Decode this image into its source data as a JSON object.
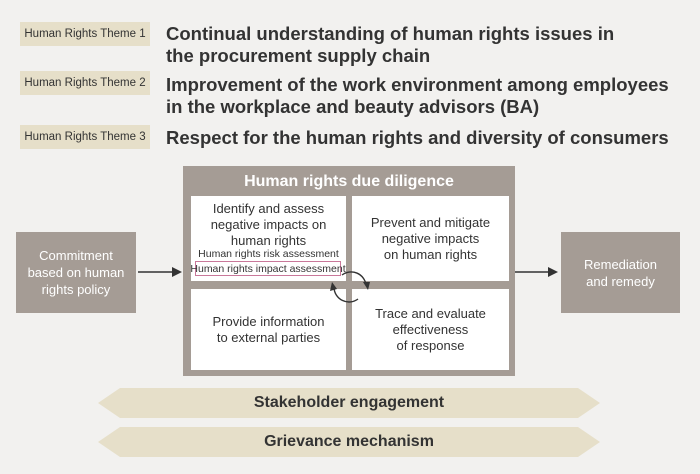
{
  "themes": [
    {
      "tag": "Human Rights Theme 1",
      "title_line1": "Continual understanding of human rights issues in",
      "title_line2": "the procurement supply chain"
    },
    {
      "tag": "Human Rights Theme 2",
      "title_line1": "Improvement of the work environment among employees",
      "title_line2": "in the workplace and beauty advisors (BA)"
    },
    {
      "tag": "Human Rights Theme 3",
      "title_line1": "Respect for the human rights and diversity of consumers"
    }
  ],
  "commitment": "Commitment\nbased on human\nrights policy",
  "due_diligence": {
    "title": "Human rights due diligence",
    "identify": "Identify and assess\nnegative impacts on\nhuman rights",
    "risk_assessment": "Human rights risk assessment",
    "impact_assessment": "Human rights impact assessment",
    "prevent": "Prevent and mitigate\nnegative impacts\non human rights",
    "provide": "Provide information\nto external parties",
    "trace": "Trace and evaluate\neffectiveness\nof response"
  },
  "remediation": "Remediation\nand remedy",
  "bands": {
    "stakeholder": "Stakeholder engagement",
    "grievance": "Grievance mechanism"
  },
  "colors": {
    "box": "#a59c95",
    "beige": "#e6dfc9",
    "highlight": "#c9789a"
  }
}
